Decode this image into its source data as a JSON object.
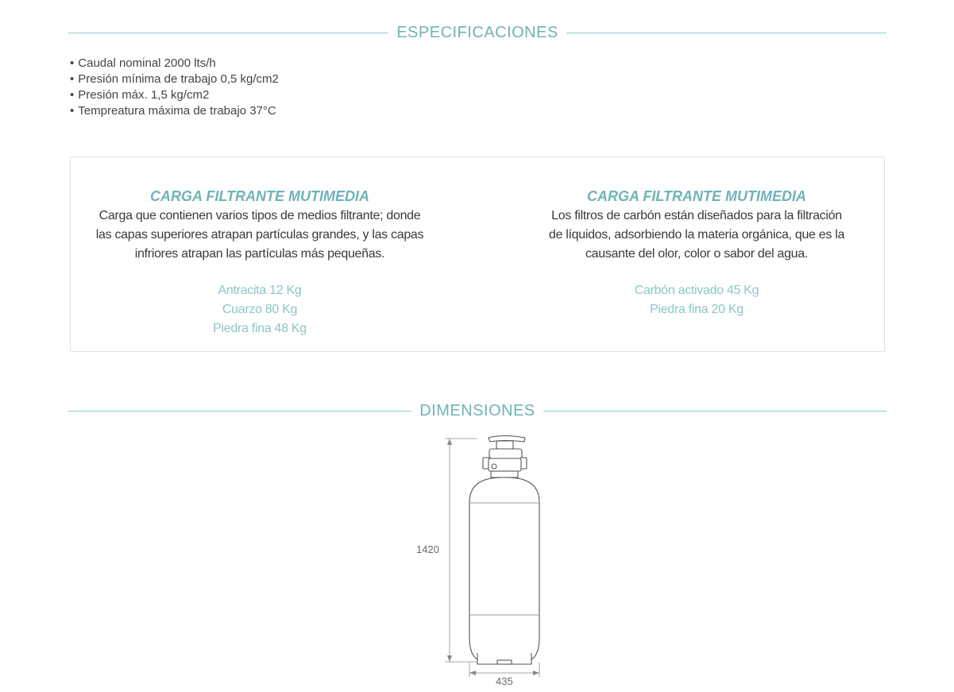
{
  "specs": {
    "title": "ESPECIFICACIONES",
    "items": [
      "Caudal nominal 2000 lts/h",
      "Presión mínima de trabajo 0,5 kg/cm2",
      "Presión máx. 1,5 kg/cm2",
      "Tempreatura máxima de trabajo 37°C"
    ]
  },
  "carga": {
    "left": {
      "title": "CARGA FILTRANTE MUTIMEDIA",
      "desc_lines": [
        "Carga que contienen varios tipos de medios filtrante; donde",
        "las capas superiores atrapan partículas grandes, y las capas",
        "infriores atrapan las partículas más pequeñas."
      ],
      "materials": [
        "Antracita 12 Kg",
        "Cuarzo 80 Kg",
        "Piedra fina 48 Kg"
      ]
    },
    "right": {
      "title": "CARGA FILTRANTE MUTIMEDIA",
      "desc_lines": [
        "Los filtros de carbón están diseñados para la filtración",
        "de líquidos, adsorbiendo la materia orgánica, que es la",
        "causante del olor, color o sabor del agua."
      ],
      "materials": [
        "Carbón activado 45 Kg",
        "Piedra fina 20 Kg"
      ]
    }
  },
  "dimensions": {
    "title": "DIMENSIONES",
    "height_label": "1420",
    "width_label": "435"
  },
  "colors": {
    "accent": "#6fb3b8",
    "accent_light": "#8cc5c9",
    "line": "#8fcbcf"
  }
}
